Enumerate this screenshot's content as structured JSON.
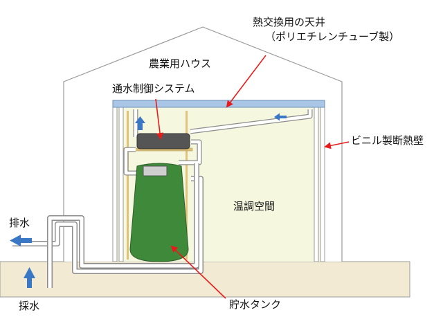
{
  "labels": {
    "ceiling_line1": "熱交換用の天井",
    "ceiling_line2": "（ポリエチレンチューブ製）",
    "house": "農業用ハウス",
    "control": "通水制御システム",
    "wall": "ビニル製断熱壁",
    "space": "温調空間",
    "drain": "排水",
    "intake": "採水",
    "tank": "貯水タンク"
  },
  "colors": {
    "ground": "#f2ead2",
    "interior": "#f5f7df",
    "ceiling_tube": "#a9c6e6",
    "tank": "#3f8a3a",
    "pipe": "#ffffff",
    "frame": "#e0c27a",
    "arrow_blue": "#3a78c6",
    "pointer_red": "#e81b1b",
    "device": "#555555"
  },
  "icons": {
    "flow_arrow": "blue-arrow-icon",
    "pointer": "red-pointer-arrow"
  }
}
